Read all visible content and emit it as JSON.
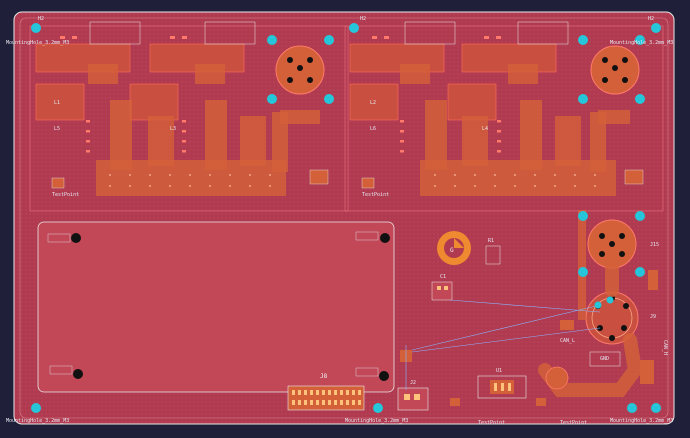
{
  "board": {
    "colors": {
      "background": "#1f1f3a",
      "board_fill": "#b03a50",
      "copper": "#d4603a",
      "outline": "#e8e8e8",
      "mount_hole": "#26c6da",
      "drill": "#111111",
      "silk": "#e6e6f0",
      "ratsnest": "#8ab4ff",
      "accent": "#f08a30"
    },
    "labels": {
      "h2_tl": "H2",
      "h2_tr": "H2",
      "h2_mid": "H2",
      "mh_tl": "MountingHole_3.2mm_M3",
      "mh_tr": "MountingHole_3.2mm_M3",
      "mh_bl": "MountingHole_3.2mm_M3",
      "mh_bm": "MountingHole_3.2mm_M3",
      "mh_br": "MountingHole_3.2mm_M3",
      "l1": "L1",
      "l2": "L2",
      "l3": "L3",
      "l4": "L4",
      "l5": "L5",
      "l6": "L6",
      "j8": "J8",
      "j2": "J2",
      "j9": "J9",
      "j15": "J15",
      "tp_left": "TestPoint",
      "tp_mid": "TestPoint",
      "tp_bot1": "TestPoint",
      "tp_bot2": "TestPoint",
      "u1": "U1",
      "c1": "C1",
      "r1": "R1",
      "can_h": "CAN_H",
      "can_l": "CAN_L",
      "gnd": "GND",
      "logo_text": "G"
    }
  }
}
